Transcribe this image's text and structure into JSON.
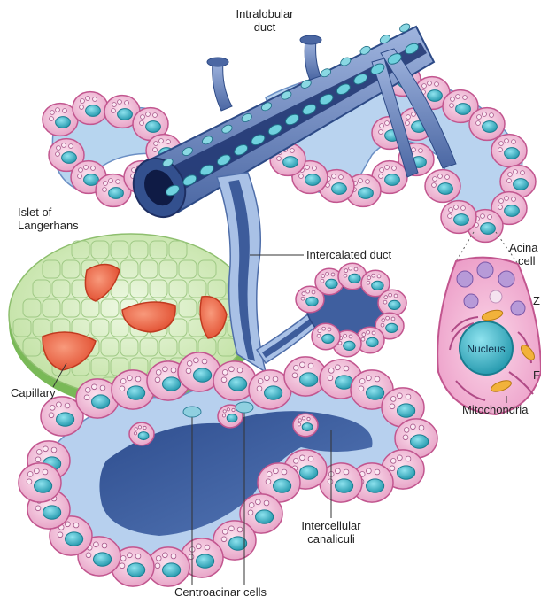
{
  "labels": {
    "intralobular_duct_line1": "Intralobular",
    "intralobular_duct_line2": "duct",
    "islet_line1": "Islet of",
    "islet_line2": "Langerhans",
    "intercalated_duct": "Intercalated duct",
    "acinar_cell_line1": "Acina",
    "acinar_cell_line2": "cell",
    "zymogen_partial": "Z",
    "rough_er_partial": "F",
    "nucleus": "Nucleus",
    "mitochondria": "Mitochondria",
    "capillary": "Capillary",
    "intercellular_canaliculi_line1": "Intercellular",
    "intercellular_canaliculi_line2": "canaliculi",
    "centroacinar_cells": "Centroacinar cells"
  },
  "colors": {
    "acinar_pink": "#f2b8d4",
    "acinar_outline": "#c2568f",
    "nucleus_teal": "#3fb3c3",
    "duct_blue": "#5f7db5",
    "duct_dark": "#243a73",
    "islet_green": "#d9efc4",
    "capillary_red": "#ef6b4a",
    "lumen_blue": "#3b5a99"
  }
}
